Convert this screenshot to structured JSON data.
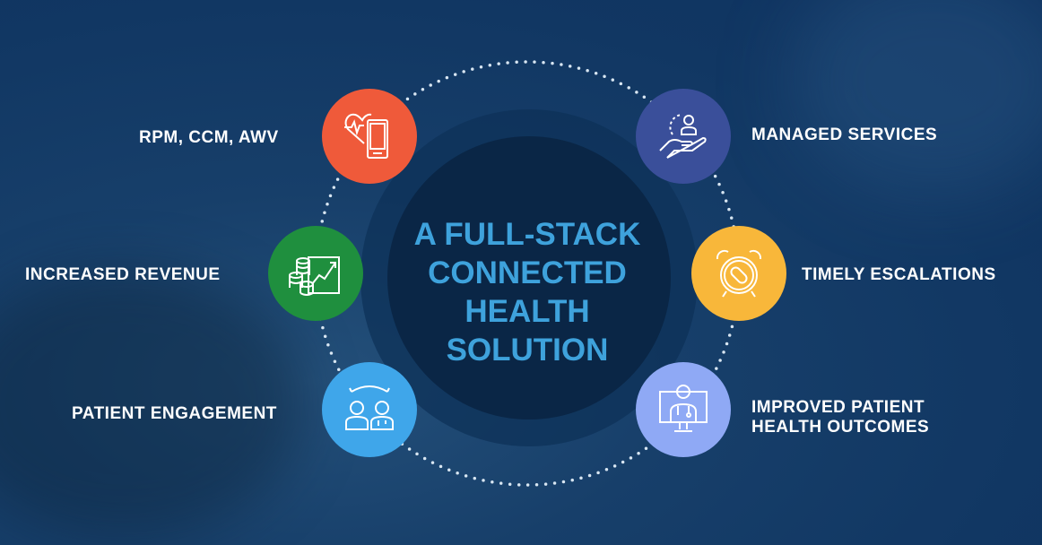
{
  "title": [
    "A FULL-STACK",
    "CONNECTED",
    "HEALTH",
    "SOLUTION"
  ],
  "items": [
    {
      "label": "RPM, CCM, AWV",
      "icon": "heart-phone-icon",
      "color": "#ef5a3a"
    },
    {
      "label": "INCREASED REVENUE",
      "icon": "coins-chart-icon",
      "color": "#1f8f3e"
    },
    {
      "label": "PATIENT ENGAGEMENT",
      "icon": "patient-doctor-icon",
      "color": "#3fa6ea"
    },
    {
      "label": "MANAGED SERVICES",
      "icon": "hand-person-icon",
      "color": "#3a4f9a"
    },
    {
      "label": "TIMELY ESCALATIONS",
      "icon": "alarm-clock-pill-icon",
      "color": "#f8b73a"
    },
    {
      "label_lines": [
        "IMPROVED PATIENT",
        "HEALTH OUTCOMES"
      ],
      "icon": "monitor-doctor-icon",
      "color": "#8fa9f5"
    }
  ]
}
